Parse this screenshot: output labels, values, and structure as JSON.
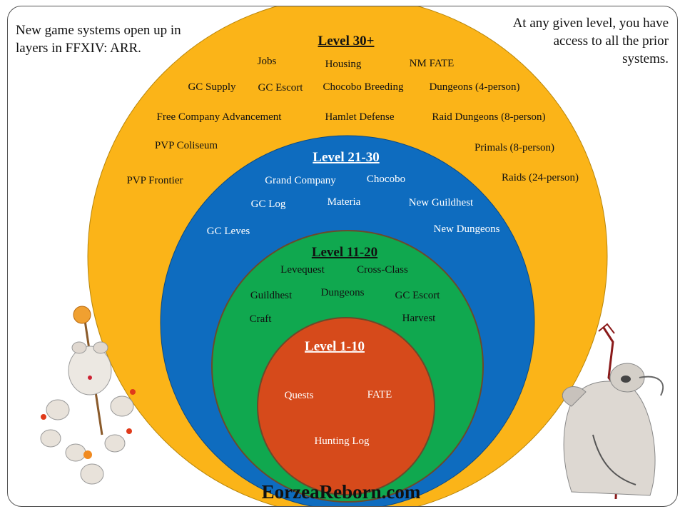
{
  "notes": {
    "left": "New game systems open up in layers in FFXIV: ARR.",
    "right": "At any given level, you have access to all the prior systems."
  },
  "colors": {
    "ring_30": "#fbb418",
    "ring_21": "#0e6cbf",
    "ring_11": "#10a84f",
    "ring_1": "#d64a1b",
    "outline": "#6a4a2a"
  },
  "levels": {
    "l30": {
      "title": "Level 30+",
      "items": [
        "Jobs",
        "Housing",
        "NM FATE",
        "GC Supply",
        "GC Escort",
        "Chocobo Breeding",
        "Dungeons (4-person)",
        "Free Company Advancement",
        "Hamlet Defense",
        "Raid Dungeons (8-person)",
        "PVP Coliseum",
        "Primals (8-person)",
        "PVP Frontier",
        "Raids (24-person)"
      ]
    },
    "l21": {
      "title": "Level 21-30",
      "items": [
        "Grand Company",
        "Chocobo",
        "GC Log",
        "Materia",
        "New Guildhest",
        "GC Leves",
        "New Dungeons"
      ]
    },
    "l11": {
      "title": "Level 11-20",
      "items": [
        "Levequest",
        "Cross-Class",
        "Guildhest",
        "Dungeons",
        "GC Escort",
        "Craft",
        "Harvest"
      ]
    },
    "l1": {
      "title": "Level 1-10",
      "items": [
        "Quests",
        "FATE",
        "Hunting Log"
      ]
    }
  },
  "footer": "EorzeaReborn.com",
  "illustrations": {
    "left": "moogle-group-illustration",
    "right": "hooded-villain-illustration"
  }
}
